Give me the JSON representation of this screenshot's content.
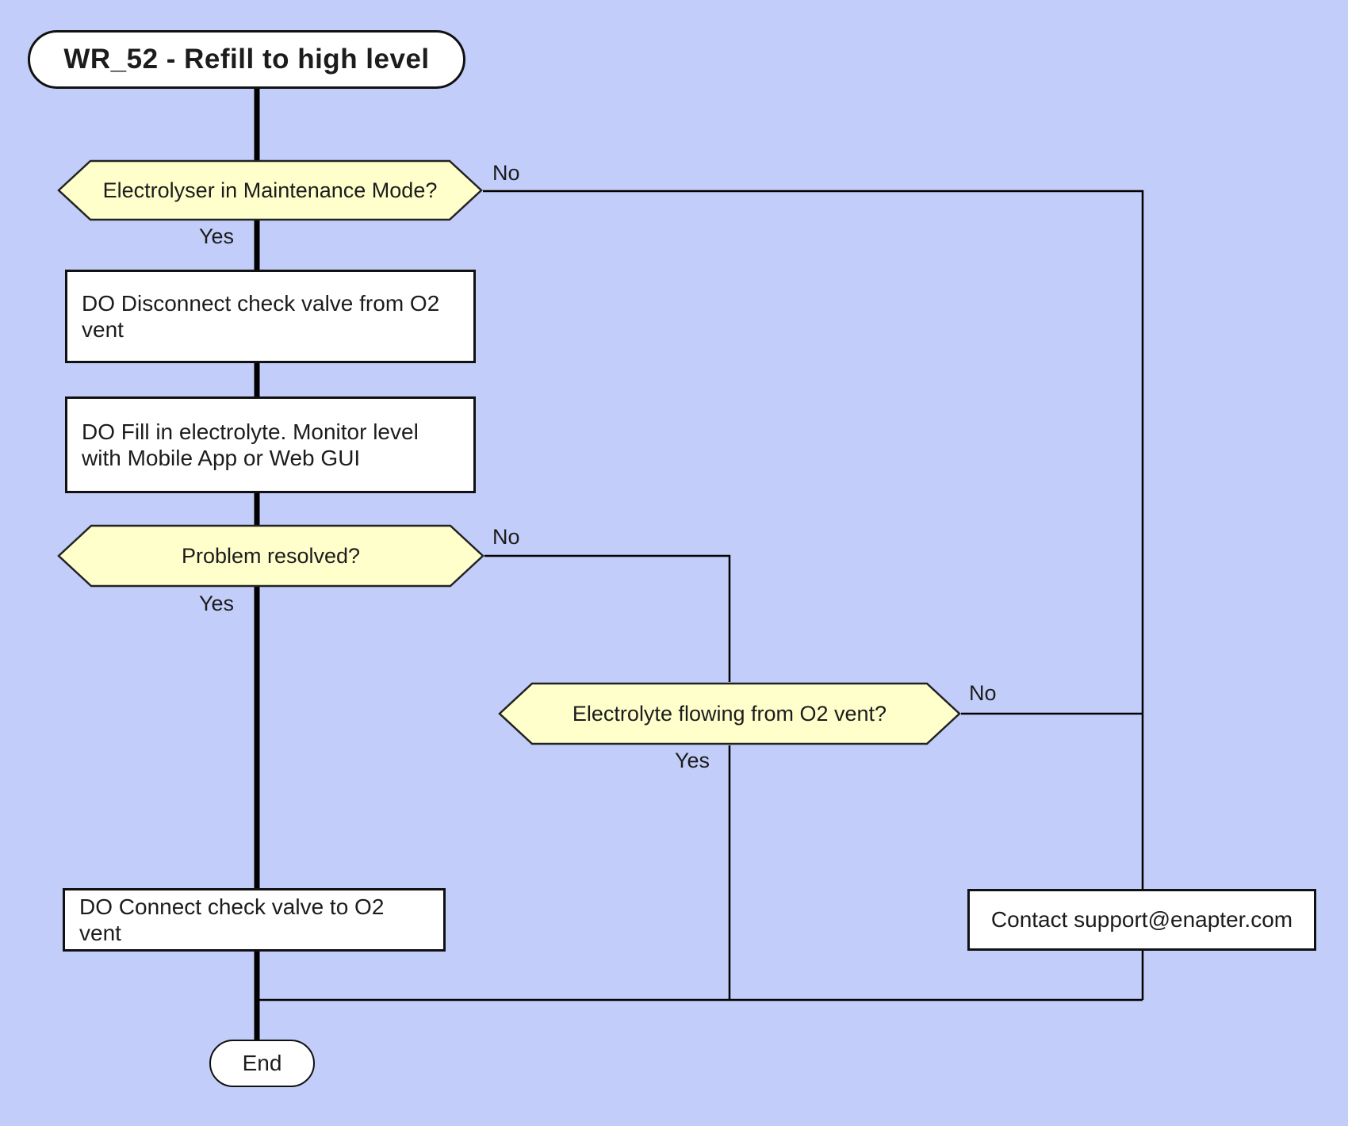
{
  "diagram": {
    "title": "WR_52 - Refill to high level",
    "type": "flowchart",
    "colors": {
      "background": "#c2cef9",
      "node_white": "#ffffff",
      "node_yellow": "#ffffcc",
      "border": "#111111",
      "line": "#000000",
      "text": "#1c1c1c"
    },
    "nodes": {
      "start": {
        "type": "terminator",
        "label": "WR_52 - Refill to high level"
      },
      "decision_maintenance": {
        "type": "decision",
        "label": "Electrolyser in Maintenance Mode?"
      },
      "process_disconnect": {
        "type": "process",
        "label": "DO Disconnect check valve from O2\nvent"
      },
      "process_fill": {
        "type": "process",
        "label": "DO Fill in electrolyte. Monitor level\nwith Mobile App or Web GUI"
      },
      "decision_resolved": {
        "type": "decision",
        "label": "Problem resolved?"
      },
      "decision_flowing": {
        "type": "decision",
        "label": "Electrolyte flowing from O2 vent?"
      },
      "process_connect": {
        "type": "process",
        "label": "DO Connect check valve to O2 vent"
      },
      "contact_support": {
        "type": "process",
        "label": "Contact support@enapter.com"
      },
      "end": {
        "type": "terminator",
        "label": "End"
      }
    },
    "edge_labels": {
      "maintenance_no": "No",
      "maintenance_yes": "Yes",
      "resolved_no": "No",
      "resolved_yes": "Yes",
      "flowing_no": "No",
      "flowing_yes": "Yes"
    }
  }
}
